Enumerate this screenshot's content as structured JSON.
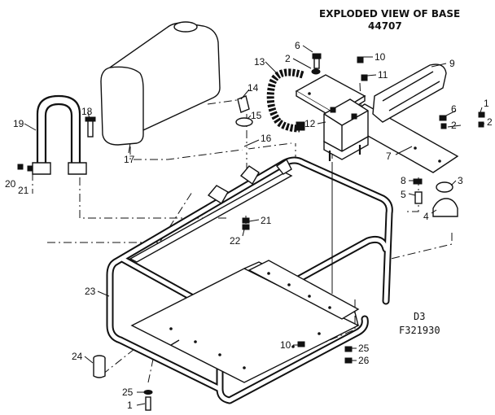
{
  "diagram": {
    "title_line1": "EXPLODED VIEW OF BASE",
    "title_line2": "44707",
    "code_line1": "D3",
    "code_line2": "F321930",
    "callouts": [
      {
        "id": "c1a",
        "label": "1"
      },
      {
        "id": "c1b",
        "label": "1"
      },
      {
        "id": "c2a",
        "label": "2"
      },
      {
        "id": "c2b",
        "label": "2"
      },
      {
        "id": "c2c",
        "label": "2"
      },
      {
        "id": "c3",
        "label": "3"
      },
      {
        "id": "c4",
        "label": "4"
      },
      {
        "id": "c5",
        "label": "5"
      },
      {
        "id": "c6a",
        "label": "6"
      },
      {
        "id": "c6b",
        "label": "6"
      },
      {
        "id": "c7",
        "label": "7"
      },
      {
        "id": "c8",
        "label": "8"
      },
      {
        "id": "c9",
        "label": "9"
      },
      {
        "id": "c10a",
        "label": "10"
      },
      {
        "id": "c10b",
        "label": "10"
      },
      {
        "id": "c11",
        "label": "11"
      },
      {
        "id": "c12",
        "label": "12"
      },
      {
        "id": "c13",
        "label": "13"
      },
      {
        "id": "c14",
        "label": "14"
      },
      {
        "id": "c15",
        "label": "15"
      },
      {
        "id": "c16",
        "label": "16"
      },
      {
        "id": "c17",
        "label": "17"
      },
      {
        "id": "c18",
        "label": "18"
      },
      {
        "id": "c19",
        "label": "19"
      },
      {
        "id": "c20",
        "label": "20"
      },
      {
        "id": "c21a",
        "label": "21"
      },
      {
        "id": "c21b",
        "label": "21"
      },
      {
        "id": "c22",
        "label": "22"
      },
      {
        "id": "c23",
        "label": "23"
      },
      {
        "id": "c24",
        "label": "24"
      },
      {
        "id": "c25a",
        "label": "25"
      },
      {
        "id": "c25b",
        "label": "25"
      },
      {
        "id": "c26",
        "label": "26"
      }
    ]
  }
}
